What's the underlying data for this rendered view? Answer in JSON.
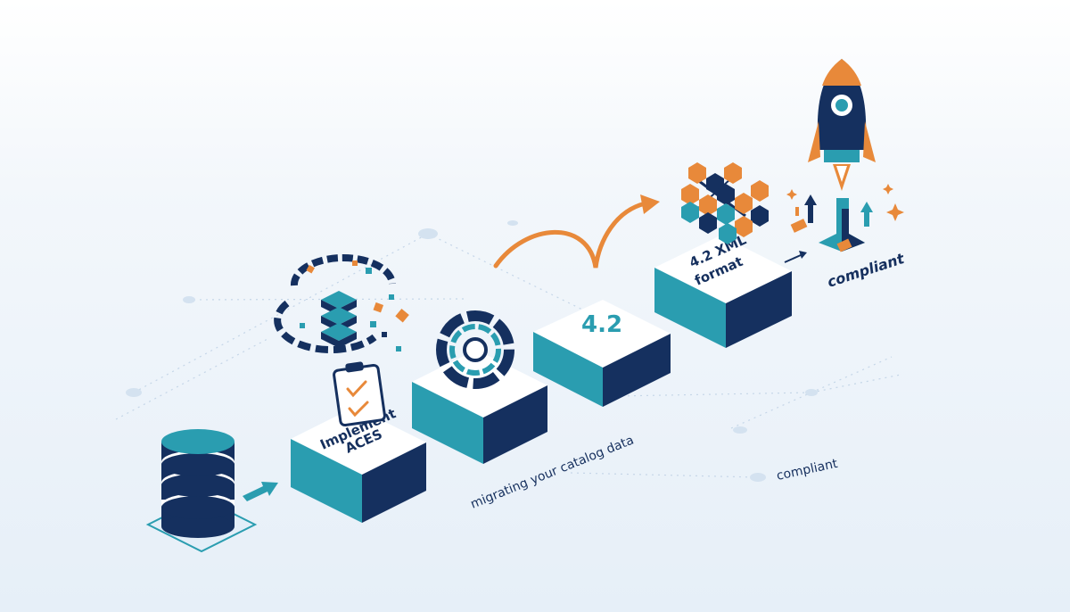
{
  "colors": {
    "navy": "#15305f",
    "teal": "#2a9db0",
    "orange": "#e8893a",
    "light_blue": "#c9dcee",
    "background": "#eef4fa"
  },
  "icons": [
    "database-icon",
    "data-sync-icon",
    "clipboard-checklist-icon",
    "gear-icon",
    "hexagon-network-icon",
    "rocket-icon",
    "curved-arrow-icon",
    "upward-arrows-icon"
  ],
  "steps": [
    {
      "label_line1": "Implement",
      "label_line2": "ACES"
    },
    {
      "label": "migrating your catalog data"
    },
    {
      "label": "4.2"
    },
    {
      "label_line1": "4.2 XML",
      "label_line2": "format"
    }
  ],
  "final_label": "compliant",
  "floor_label": "compliant"
}
